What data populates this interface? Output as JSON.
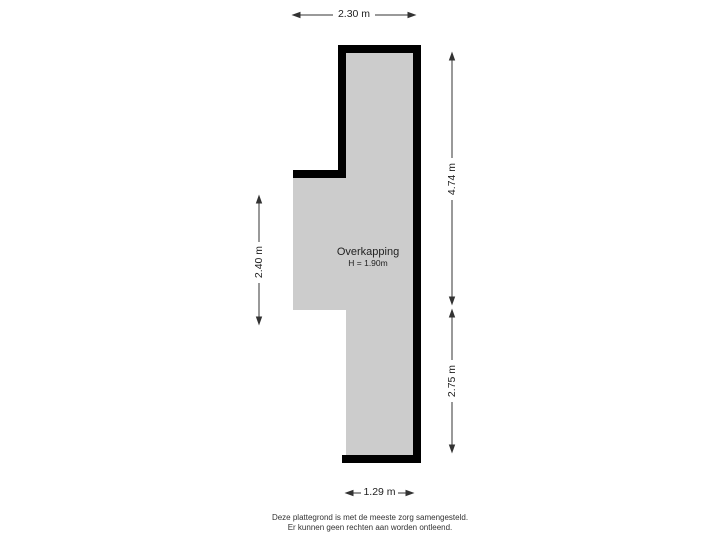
{
  "room": {
    "name": "Overkapping",
    "height": "H = 1.90m"
  },
  "dimensions": {
    "top_width": "2.30 m",
    "bottom_width": "1.29 m",
    "left_height": "2.40 m",
    "right_upper_height": "4.74 m",
    "right_lower_height": "2.75 m"
  },
  "footer": {
    "line1": "Deze plattegrond is met de meeste zorg samengesteld.",
    "line2": "Er kunnen geen rechten aan worden ontleend."
  },
  "colors": {
    "wall": "#000000",
    "floor": "#cccccc",
    "background": "#ffffff"
  }
}
